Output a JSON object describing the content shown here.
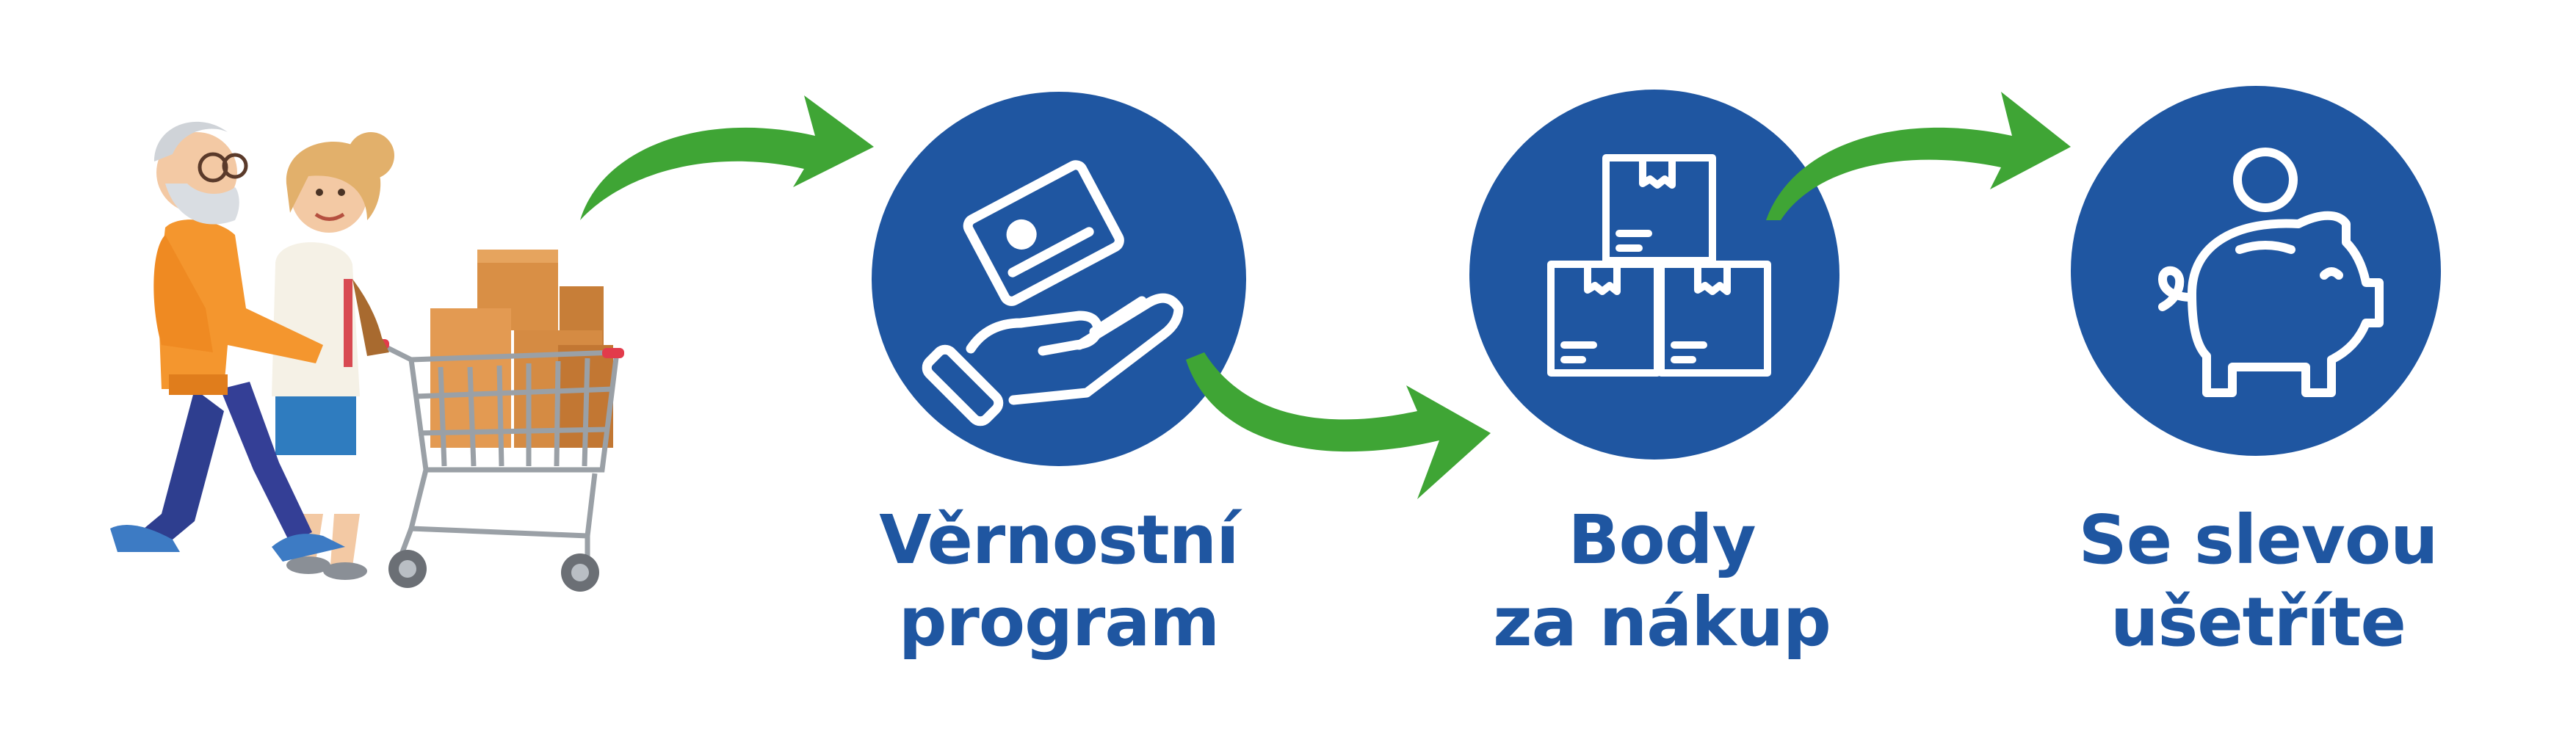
{
  "colors": {
    "circle_blue": "#1f56a1",
    "arrow_green": "#3fa535",
    "label_blue": "#1f56a1",
    "icon_white": "#ffffff"
  },
  "illustration": {
    "name": "elderly-couple-with-shopping-cart"
  },
  "steps": [
    {
      "icon": "card-in-hand-icon",
      "line1": "Věrnostní",
      "line2": "program"
    },
    {
      "icon": "stacked-boxes-icon",
      "line1": "Body",
      "line2": "za nákup"
    },
    {
      "icon": "piggy-bank-coin-icon",
      "line1": "Se slevou",
      "line2": "ušetříte"
    }
  ],
  "arrows": [
    "arrow-to-step-1",
    "arrow-to-step-2",
    "arrow-to-step-3"
  ]
}
